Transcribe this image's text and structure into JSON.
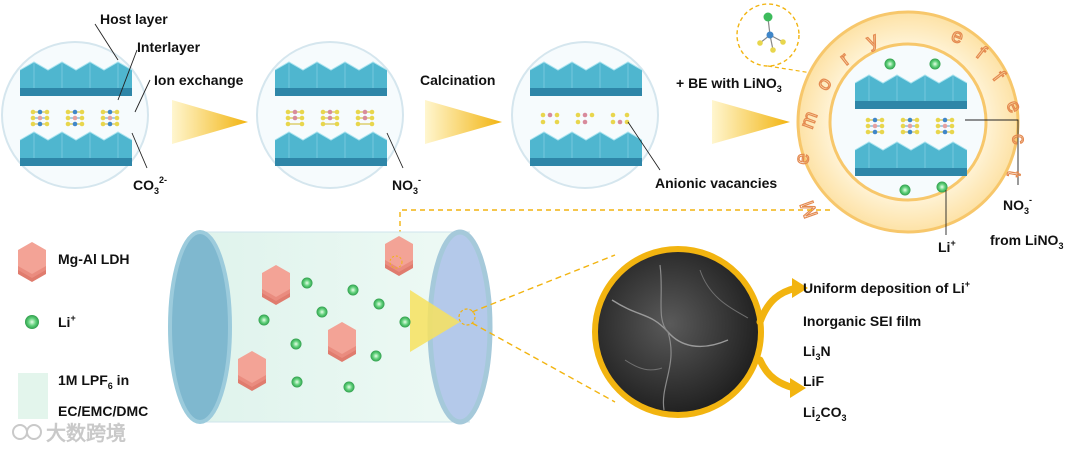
{
  "colors": {
    "sheet_top": "#4fb6cf",
    "sheet_side": "#2e86a8",
    "arrow_gold": "#f2b410",
    "ring": "#f6c15a",
    "li_green": "#3dbb5c",
    "hexagon": "#f0998b",
    "electrolyte": "#e3f5ec",
    "electrode": "#7fb8cf"
  },
  "top_row": {
    "host_layer": "Host layer",
    "interlayer": "Interlayer",
    "ion_exchange": "Ion exchange",
    "carbonate_base": "CO",
    "carbonate_sub": "3",
    "carbonate_sup": "2-",
    "nitrate_base": "NO",
    "nitrate_sub": "3",
    "nitrate_sup": "-",
    "calcination": "Calcination",
    "anionic_vacancies": "Anionic vacancies",
    "be_with_base": "+ BE with LiNO",
    "be_with_sub": "3",
    "memory_effect": "Memory effect",
    "li_label_base": "Li",
    "li_label_sup": "+",
    "no3_from_base": "NO",
    "no3_from_sub": "3",
    "no3_from_sup": "-",
    "from_linO3_base": "from LiNO",
    "from_linO3_sub": "3"
  },
  "legend": {
    "ldh": "Mg-Al LDH",
    "li_base": "Li",
    "li_sup": "+",
    "electrolyte_line1_base": "1M LPF",
    "electrolyte_line1_sub": "6",
    "electrolyte_line1_rest": " in",
    "electrolyte_line2": "EC/EMC/DMC"
  },
  "results": {
    "uniform_base": "Uniform deposition of Li",
    "uniform_sup": "+",
    "sei": "Inorganic SEI film",
    "li3n_a": "Li",
    "li3n_sub": "3",
    "li3n_b": "N",
    "lif": "LiF",
    "li2co3_a": "Li",
    "li2co3_sub": "2",
    "li2co3_b": "CO",
    "li2co3_sub2": "3"
  },
  "watermark": "大数跨境"
}
